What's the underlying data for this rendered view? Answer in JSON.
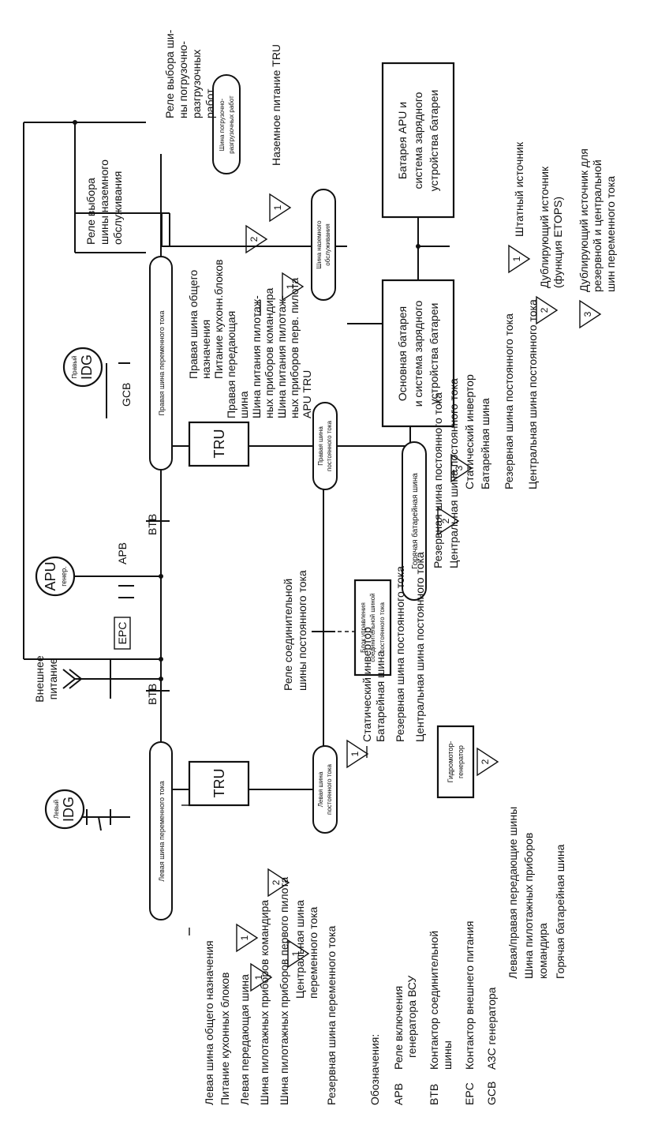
{
  "sources": {
    "left_idg_line1": "Левый",
    "left_idg_line2": "IDG",
    "right_idg_line1": "Правый",
    "right_idg_line2": "IDG",
    "apu_line1": "APU",
    "apu_line2": "генер.",
    "external_power_line1": "Внешнее",
    "external_power_line2": "питание"
  },
  "switches": {
    "epc": "EPC",
    "apb": "APB",
    "btb_left": "BTB",
    "btb_right": "BTB",
    "gcb": "GCB"
  },
  "buses": {
    "left_ac": "Левая шина переменного тока",
    "right_ac": "Правая шина переменного тока",
    "left_dc_line1": "Левая шина",
    "left_dc_line2": "постоянного тока",
    "right_dc_line1": "Правая шина",
    "right_dc_line2": "постоянного тока",
    "hot_battery": "Горячая батарейная шина",
    "ground_service_line1": "Шина наземного",
    "ground_service_line2": "обслуживания",
    "cargo_line1": "Шина погрузочно-",
    "cargo_line2": "разгрузочных работ"
  },
  "units": {
    "tru_left": "TRU",
    "tru_right": "TRU",
    "dc_tie_control_line1": "Блок управления",
    "dc_tie_control_line2": "соединительной шиной",
    "dc_tie_control_line3": "постоянного тока",
    "hydro_line1": "Гидромотор-",
    "hydro_line2": "генератор",
    "main_battery_line1": "Основная батарея",
    "main_battery_line2": "и система зарядного",
    "main_battery_line3": "устройства батареи",
    "apu_battery_line1": "Батарея APU и",
    "apu_battery_line2": "система зарядного",
    "apu_battery_line3": "устройства батареи"
  },
  "relays": {
    "dc_tie_relay_line1": "Реле соединительной",
    "dc_tie_relay_line2": "шины постоянного тока",
    "ground_service_relay_line1": "Реле выбора",
    "ground_service_relay_line2": "шины наземного",
    "ground_service_relay_line3": "обслуживания",
    "cargo_relay_line1": "Реле выбора ши-",
    "cargo_relay_line2": "ны погрузочно-",
    "cargo_relay_line3": "разгрузочных",
    "cargo_relay_line4": "работ",
    "ground_tru_power": "Наземное питание TRU"
  },
  "loads_left_ac": [
    "Левая шина общего назначения",
    "Питание кухонных блоков",
    "Левая передающая шина",
    "Шина пилотажных приборов командира",
    "Шина пилотажных приборов первого пилота",
    "Центральная шина",
    "переменного тока",
    "Резервная шина переменного тока"
  ],
  "loads_right_ac": [
    "Правая шина общего",
    "назначения",
    "Питание кухонн.блоков",
    "Правая передающая",
    "шина",
    "Шина питания пилотаж-",
    "ных приборов командира",
    "Шина питания пилотаж-",
    "ных приборов перв. пилота",
    "APU  TRU"
  ],
  "loads_left_dc": [
    "Статический инвертор",
    "Батарейная шина",
    "Резервная шина постоянного тока",
    "Центральная шина постоянного тока"
  ],
  "loads_right_dc": [
    "Резервная шина постоянного тока",
    "Центральная шина постоянного тока"
  ],
  "loads_hot_battery": [
    "Статический инвертор",
    "Батарейная шина",
    "Резервная шина постоянного тока",
    "Центральная шина постоянного тока"
  ],
  "loads_hydro": [
    "Левая/правая передающие шины",
    "Шина пилотажных приборов",
    "командира",
    "Горячая батарейная шина"
  ],
  "badges": [
    "1",
    "2",
    "3"
  ],
  "legend": {
    "title": "Обозначения:",
    "items": [
      {
        "code": "APB",
        "text1": "Реле включения",
        "text2": "генератора ВСУ"
      },
      {
        "code": "BTB",
        "text1": "Контактор соединительной",
        "text2": "шины"
      },
      {
        "code": "EPC",
        "text1": "Контактор внешнего питания",
        "text2": ""
      },
      {
        "code": "GCB",
        "text1": "АЗС генератора",
        "text2": ""
      }
    ]
  },
  "notes": [
    {
      "num": "1",
      "line1": "Штатный источник",
      "line2": "",
      "line3": ""
    },
    {
      "num": "2",
      "line1": "Дублирующий источник",
      "line2": "(функция ETOPS)",
      "line3": ""
    },
    {
      "num": "3",
      "line1": "Дублирующий источник для",
      "line2": "резервной и центральной",
      "line3": "шин переменного тока"
    }
  ]
}
